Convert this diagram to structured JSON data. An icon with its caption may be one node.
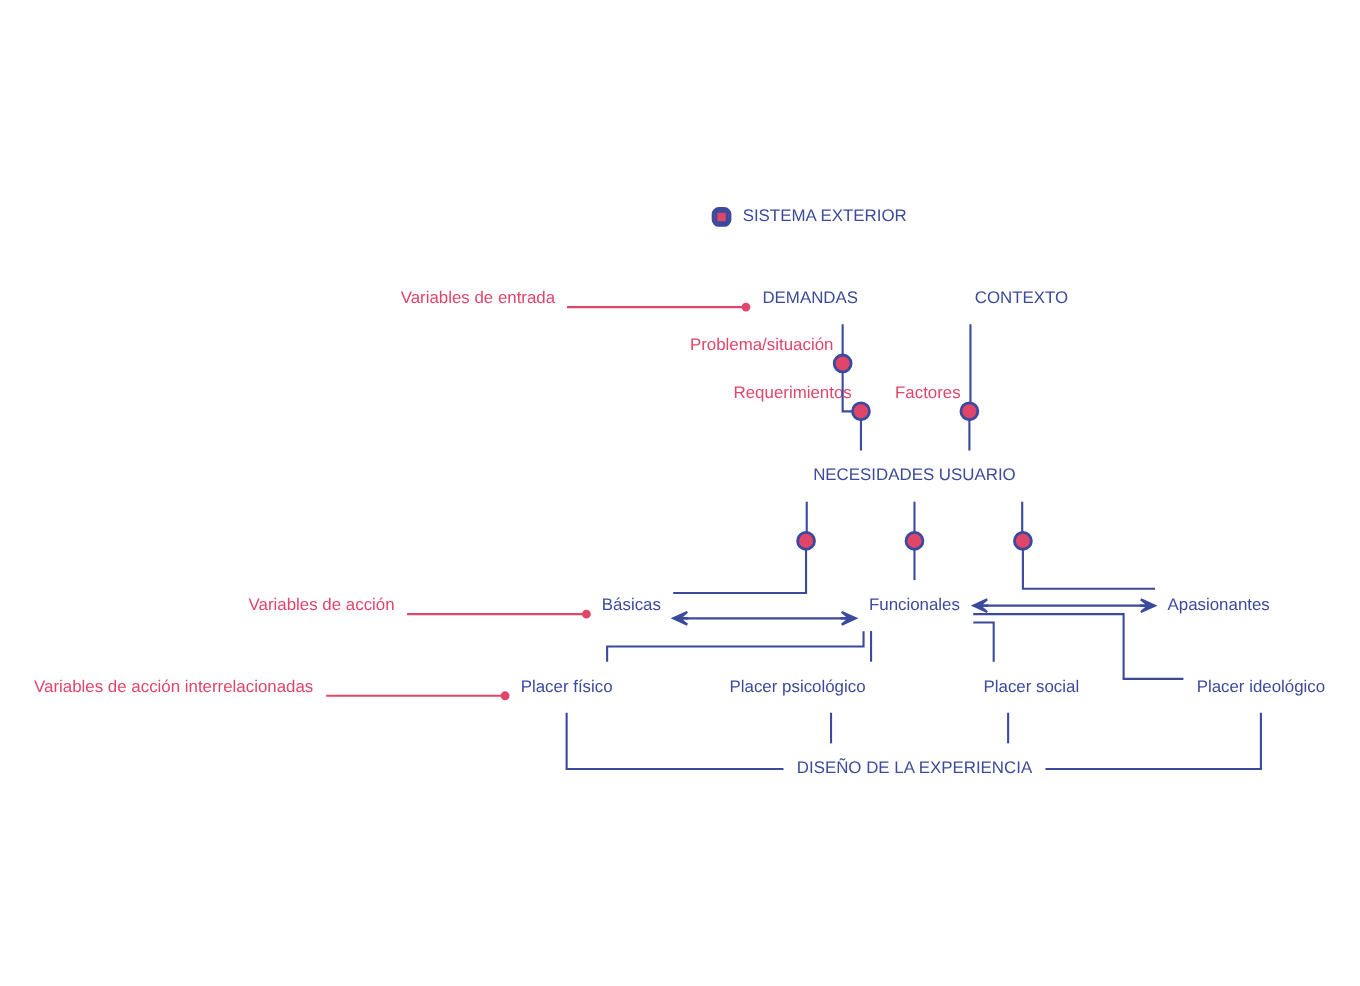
{
  "diagram": {
    "nodes": [
      {
        "text": [
          "Variables de entrada"
        ]
      },
      {
        "text": [
          "DEMANDAS"
        ]
      },
      {
        "text": [
          "CONTEXTO"
        ]
      },
      {
        "text": [],
        "shape": "circle",
        "beside": [
          "Problema/situación"
        ]
      },
      {
        "text": [],
        "shape": "circle",
        "beside": [
          "Requerimientos"
        ]
      },
      {
        "text": [],
        "shape": "circle",
        "beside": [
          "Factores"
        ]
      },
      {
        "text": [
          "NECESIDADES USUARIO"
        ]
      },
      {
        "text": [],
        "shape": "circle"
      },
      {
        "text": [],
        "shape": "circle"
      },
      {
        "text": [],
        "shape": "circle"
      },
      {
        "text": [
          "Variables de acción"
        ]
      },
      {
        "text": [
          "Básicas"
        ]
      },
      {
        "text": [
          "Funcionales"
        ]
      },
      {
        "text": [
          "Apasionantes"
        ]
      },
      {
        "text": [
          "Variables de acción interrelacionadas"
        ]
      },
      {
        "text": [
          "Placer físico"
        ]
      },
      {
        "text": [
          "Placer psicológico"
        ]
      },
      {
        "text": [
          "Placer social"
        ]
      },
      {
        "text": [
          "Placer ideológico"
        ]
      },
      {
        "text": [
          "DISEÑO DE LA EXPERIENCIA"
        ]
      }
    ],
    "edges": [
      {
        "from": 0,
        "to": 1,
        "arrow": "other",
        "color": "#e0456a"
      },
      {
        "from": 1,
        "to": 3,
        "arrow": "none"
      },
      {
        "from": 3,
        "to": 4,
        "arrow": "none"
      },
      {
        "from": 4,
        "to": 6,
        "arrow": "none"
      },
      {
        "from": 2,
        "to": 5,
        "arrow": "none"
      },
      {
        "from": 5,
        "to": 6,
        "arrow": "none"
      },
      {
        "from": 6,
        "to": 7,
        "arrow": "none"
      },
      {
        "from": 6,
        "to": 8,
        "arrow": "none"
      },
      {
        "from": 6,
        "to": 9,
        "arrow": "none"
      },
      {
        "from": 7,
        "to": 11,
        "arrow": "none"
      },
      {
        "from": 8,
        "to": 12,
        "arrow": "none"
      },
      {
        "from": 9,
        "to": 13,
        "arrow": "none"
      },
      {
        "from": 10,
        "to": 11,
        "arrow": "other",
        "color": "#e0456a"
      },
      {
        "from": 11,
        "to": 12,
        "arrow": "both"
      },
      {
        "from": 12,
        "to": 13,
        "arrow": "both"
      },
      {
        "from": 12,
        "to": 15,
        "arrow": "none"
      },
      {
        "from": 12,
        "to": 16,
        "arrow": "none"
      },
      {
        "from": 12,
        "to": 17,
        "arrow": "none"
      },
      {
        "from": 12,
        "to": 18,
        "arrow": "none"
      },
      {
        "from": 14,
        "to": 15,
        "arrow": "other",
        "color": "#e0456a"
      },
      {
        "from": 15,
        "to": 19,
        "arrow": "none"
      },
      {
        "from": 16,
        "to": 19,
        "arrow": "none"
      },
      {
        "from": 17,
        "to": 19,
        "arrow": "none"
      },
      {
        "from": 18,
        "to": 19,
        "arrow": "none"
      }
    ],
    "legend": [
      {
        "text": "SISTEMA EXTERIOR",
        "color": "#e0456a"
      }
    ]
  }
}
